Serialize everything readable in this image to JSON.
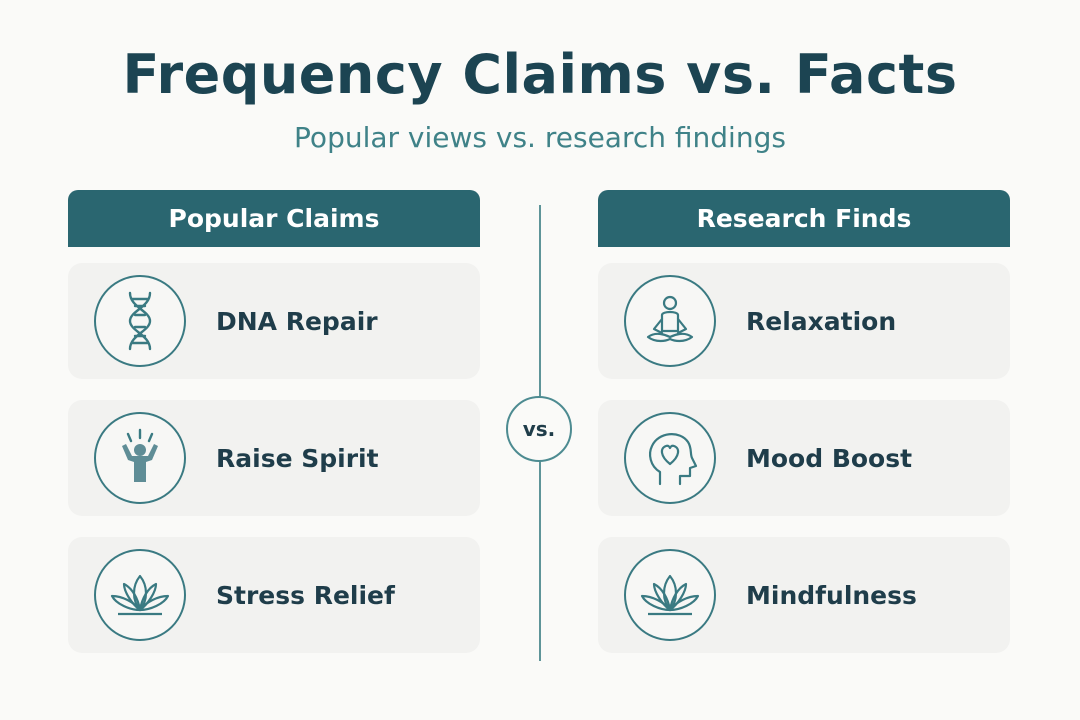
{
  "header": {
    "title": "Frequency Claims vs. Facts",
    "subtitle": "Popular views vs. research findings"
  },
  "left_column": {
    "title": "Popular Claims",
    "items": [
      {
        "label": "DNA Repair",
        "icon": "dna-helix-icon"
      },
      {
        "label": "Raise Spirit",
        "icon": "person-raising-arms-icon"
      },
      {
        "label": "Stress Relief",
        "icon": "lotus-icon"
      }
    ]
  },
  "right_column": {
    "title": "Research Finds",
    "items": [
      {
        "label": "Relaxation",
        "icon": "meditating-person-icon"
      },
      {
        "label": "Mood Boost",
        "icon": "head-with-heart-icon"
      },
      {
        "label": "Mindfulness",
        "icon": "lotus-icon"
      }
    ]
  },
  "divider": {
    "vs_label": "vs."
  },
  "colors": {
    "title": "#1c4452",
    "subtitle": "#3f8288",
    "header_bg": "#2a6670",
    "card_bg": "#f2f2f0",
    "icon_stroke": "#3a7a82",
    "background": "#fafaf8"
  }
}
